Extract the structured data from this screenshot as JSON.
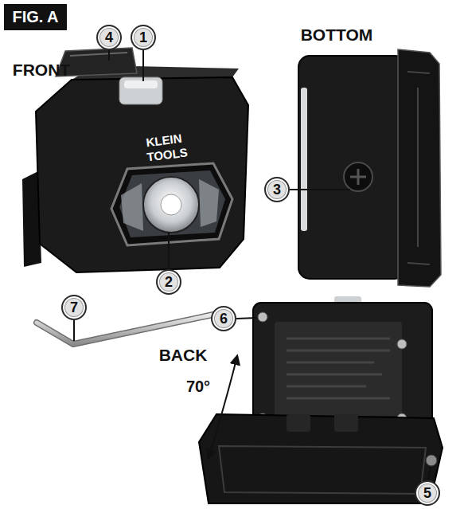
{
  "diagram": {
    "nodes": [
      {
        "text": [
          "FIG. A"
        ]
      },
      {
        "text": [
          "4"
        ]
      },
      {
        "text": [
          "1"
        ]
      },
      {
        "text": [
          "3"
        ]
      },
      {
        "text": [
          "2"
        ]
      },
      {
        "text": [
          "7"
        ]
      },
      {
        "text": [
          "6"
        ]
      },
      {
        "text": [
          "5"
        ]
      }
    ],
    "labels": [
      "FRONT",
      "BOTTOM",
      "BACK",
      "70°",
      "KLEIN",
      "TOOLS"
    ]
  }
}
